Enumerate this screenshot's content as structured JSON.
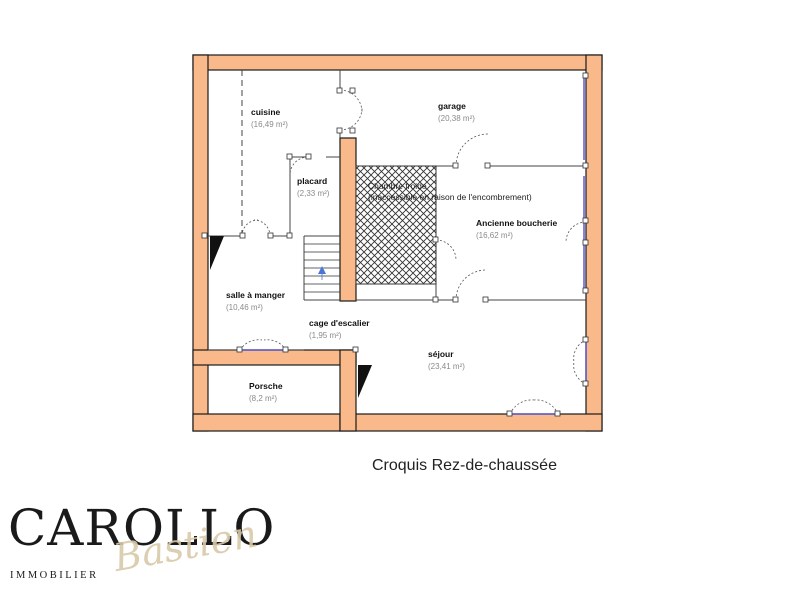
{
  "rooms": {
    "cuisine": {
      "name": "cuisine",
      "area": "(16,49 m²)"
    },
    "garage": {
      "name": "garage",
      "area": "(20,38 m²)"
    },
    "placard": {
      "name": "placard",
      "area": "(2,33 m²)"
    },
    "chambre_froide": {
      "line1": "Chambre froide",
      "line2": "(inaccessible en raison de l'encombrement)"
    },
    "ancienne_boucherie": {
      "name": "Ancienne boucherie",
      "area": "(16,62 m²)"
    },
    "salle_a_manger": {
      "name": "salle à manger",
      "area": "(10,46 m²)"
    },
    "cage_escalier": {
      "name": "cage d'escalier",
      "area": "(1,95 m²)"
    },
    "sejour": {
      "name": "séjour",
      "area": "(23,41 m²)"
    },
    "porsche": {
      "name": "Porsche",
      "area": "(8,2 m²)"
    }
  },
  "caption": "Croquis Rez-de-chaussée",
  "logo": {
    "main": "CAROLLO",
    "sub": "IMMOBILIER",
    "script": "Bastien"
  },
  "colors": {
    "wall": "#F9B98A",
    "wall_outline": "#1a1a1a",
    "hatch": "#333333",
    "window": "#5b5bd6"
  }
}
